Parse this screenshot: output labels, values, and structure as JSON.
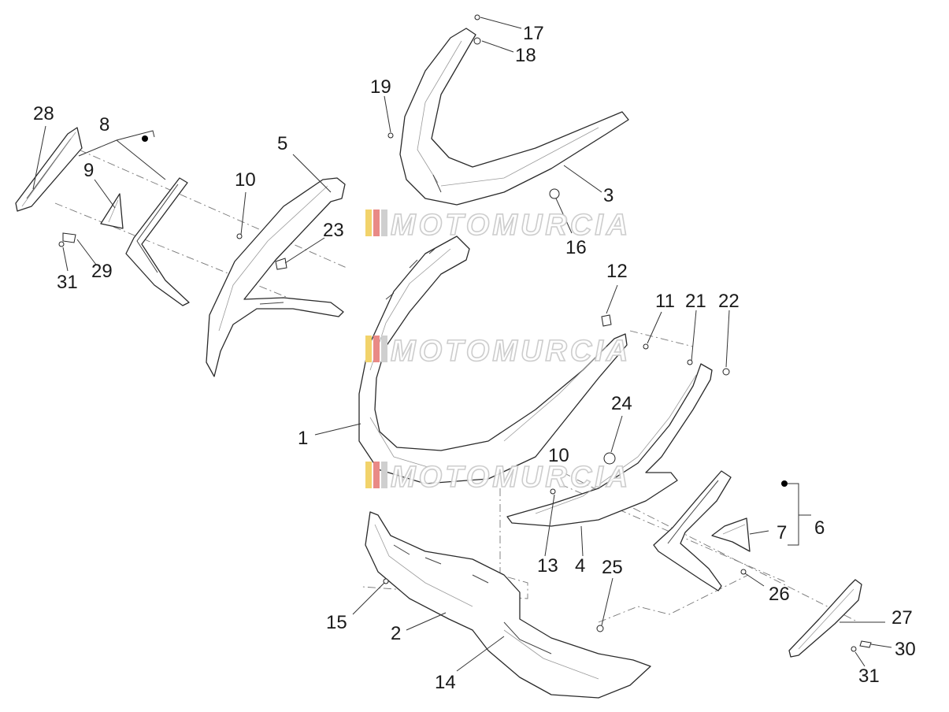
{
  "watermark": {
    "text": "MOTOMURCIA",
    "stripe_colors": [
      "#f2d36b",
      "#e98a86",
      "#cfcfcf"
    ]
  },
  "callouts": [
    "1",
    "2",
    "3",
    "4",
    "5",
    "6",
    "7",
    "8",
    "9",
    "10",
    "10",
    "11",
    "12",
    "13",
    "14",
    "15",
    "16",
    "17",
    "18",
    "19",
    "21",
    "22",
    "23",
    "24",
    "25",
    "26",
    "27",
    "28",
    "29",
    "30",
    "31",
    "31"
  ]
}
